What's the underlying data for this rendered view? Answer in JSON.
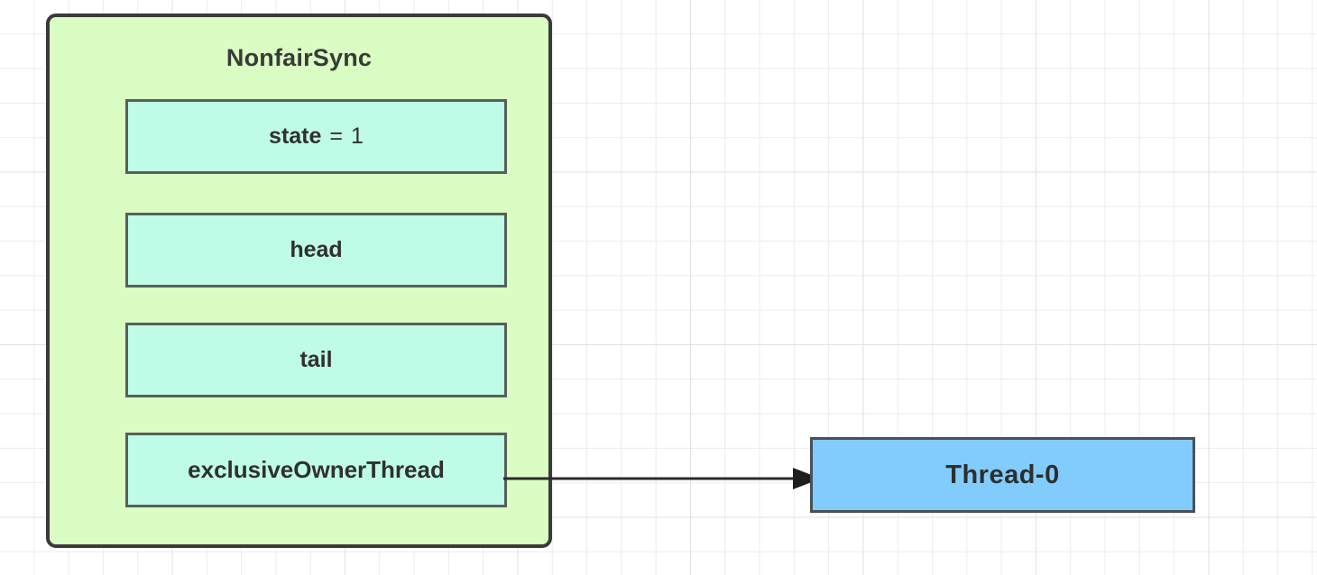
{
  "diagram": {
    "title": "NonfairSync",
    "canvas": {
      "background": "#ffffff",
      "grid_color": "#ececec"
    },
    "sync_container": {
      "label": "NonfairSync",
      "fill": "#d9fdc2",
      "border": "#3a3a3a",
      "fields": [
        {
          "name": "state",
          "separator": "=",
          "value": "1",
          "display": "state = 1",
          "fill": "#bffce7"
        },
        {
          "name": "head",
          "display": "head",
          "fill": "#bffce7"
        },
        {
          "name": "tail",
          "display": "tail",
          "fill": "#bffce7"
        },
        {
          "name": "exclusiveOwnerThread",
          "display": "exclusiveOwnerThread",
          "fill": "#bffce7"
        }
      ]
    },
    "thread_node": {
      "label": "Thread-0",
      "fill": "#81ccfd",
      "border": "#4a5057"
    },
    "connector": {
      "from": "exclusiveOwnerThread",
      "to": "Thread-0",
      "style": "solid-arrow",
      "color": "#2b2b2b"
    }
  }
}
